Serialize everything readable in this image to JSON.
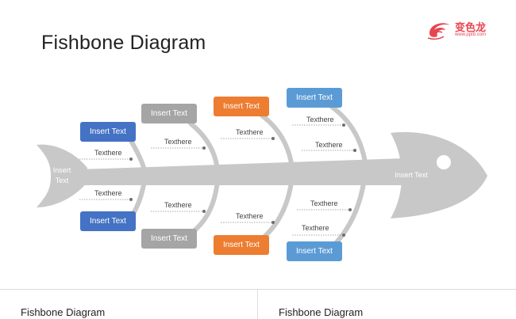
{
  "slide": {
    "title": "Fishbone Diagram",
    "logo": {
      "main": "变色龙",
      "sub": "www.ppt8.com"
    }
  },
  "fish": {
    "tail_text": "Insert\nText",
    "head_text": "Insert Text",
    "colors": {
      "body": "#c8c8c8",
      "blue": "#4472c4",
      "gray": "#a5a5a5",
      "orange": "#ed7d31",
      "sky": "#5b9bd5"
    }
  },
  "top_boxes": [
    "Insert Text",
    "Insert Text",
    "Insert Text",
    "Insert Text"
  ],
  "bottom_boxes": [
    "Insert Text",
    "Insert Text",
    "Insert Text",
    "Insert Text"
  ],
  "top_labels": [
    "Texthere",
    "Texthere",
    "Texthere",
    "Texthere",
    "Texthere"
  ],
  "bottom_labels": [
    "Texthere",
    "Texthere",
    "Texthere",
    "Texthere",
    "Texthere"
  ],
  "thumbnails": [
    "Fishbone Diagram",
    "Fishbone Diagram"
  ]
}
